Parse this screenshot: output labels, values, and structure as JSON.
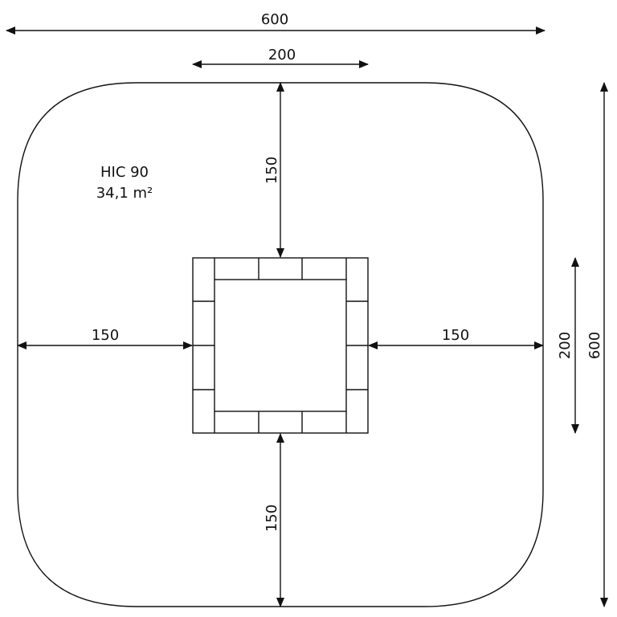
{
  "dimensions": {
    "overall_width": "600",
    "top_width": "200",
    "top_clearance": "150",
    "left_clearance": "150",
    "right_clearance": "150",
    "bottom_clearance": "150",
    "inner_height": "200",
    "overall_height": "600"
  },
  "area_label": {
    "line1": "HIC 90",
    "line2": "34,1 m²"
  },
  "colors": {
    "line": "#111111",
    "background": "#ffffff"
  }
}
